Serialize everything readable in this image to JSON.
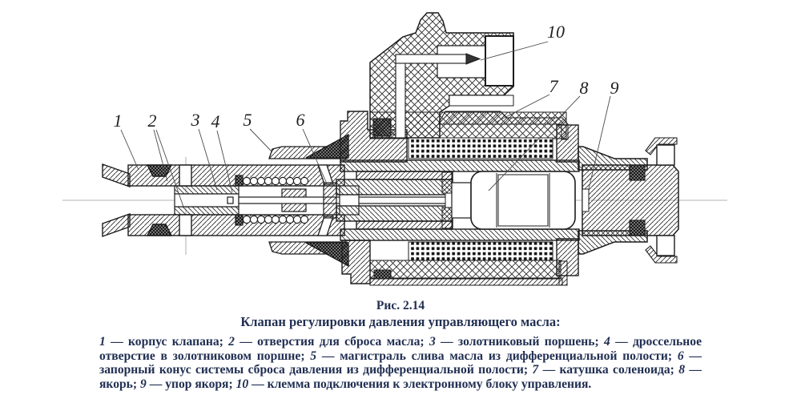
{
  "colors": {
    "ink": "#1c1c1c",
    "leader": "#4a4a4a",
    "text": "#212f52",
    "background": "#ffffff"
  },
  "figure": {
    "caption": "Рис. 2.14",
    "title": "Клапан регулировки давления управляющего масла:",
    "callouts": [
      "1",
      "2",
      "3",
      "4",
      "5",
      "6",
      "7",
      "8",
      "9",
      "10"
    ]
  },
  "legend": {
    "items": [
      {
        "num": "1",
        "desc": " — корпус клапана; "
      },
      {
        "num": "2",
        "desc": " — отверстия для сброса масла; "
      },
      {
        "num": "3",
        "desc": " — золотниковый поршень; "
      },
      {
        "num": "4",
        "desc": " — дроссельное отверстие в золотниковом поршне; "
      },
      {
        "num": "5",
        "desc": " — магистраль слива масла из дифференциальной полости; "
      },
      {
        "num": "6",
        "desc": " — запорный конус системы сброса давления из дифференциальной полости; "
      },
      {
        "num": "7",
        "desc": " — катушка соленоида; "
      },
      {
        "num": "8",
        "desc": " — якорь; "
      },
      {
        "num": "9",
        "desc": " — упор якоря; "
      },
      {
        "num": "10",
        "desc": " — клемма подключения к электронному блоку управления."
      }
    ]
  }
}
